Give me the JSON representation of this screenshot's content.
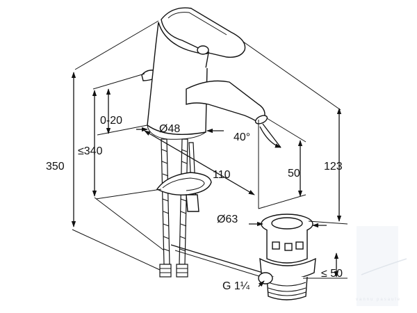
{
  "dimensions": {
    "range_0_20": "0-20",
    "diameter_48": "Ø48",
    "angle_40": "40°",
    "length_110": "110",
    "height_350": "350",
    "height_340": "≤340",
    "height_50": "50",
    "height_123": "123",
    "diameter_63": "Ø63",
    "waste_50": "≤ 50",
    "thread": "G 1¼"
  },
  "watermark": {
    "text": "vannu pasaule"
  },
  "colors": {
    "line": "#111111",
    "watermark": "#c8d0dc"
  }
}
